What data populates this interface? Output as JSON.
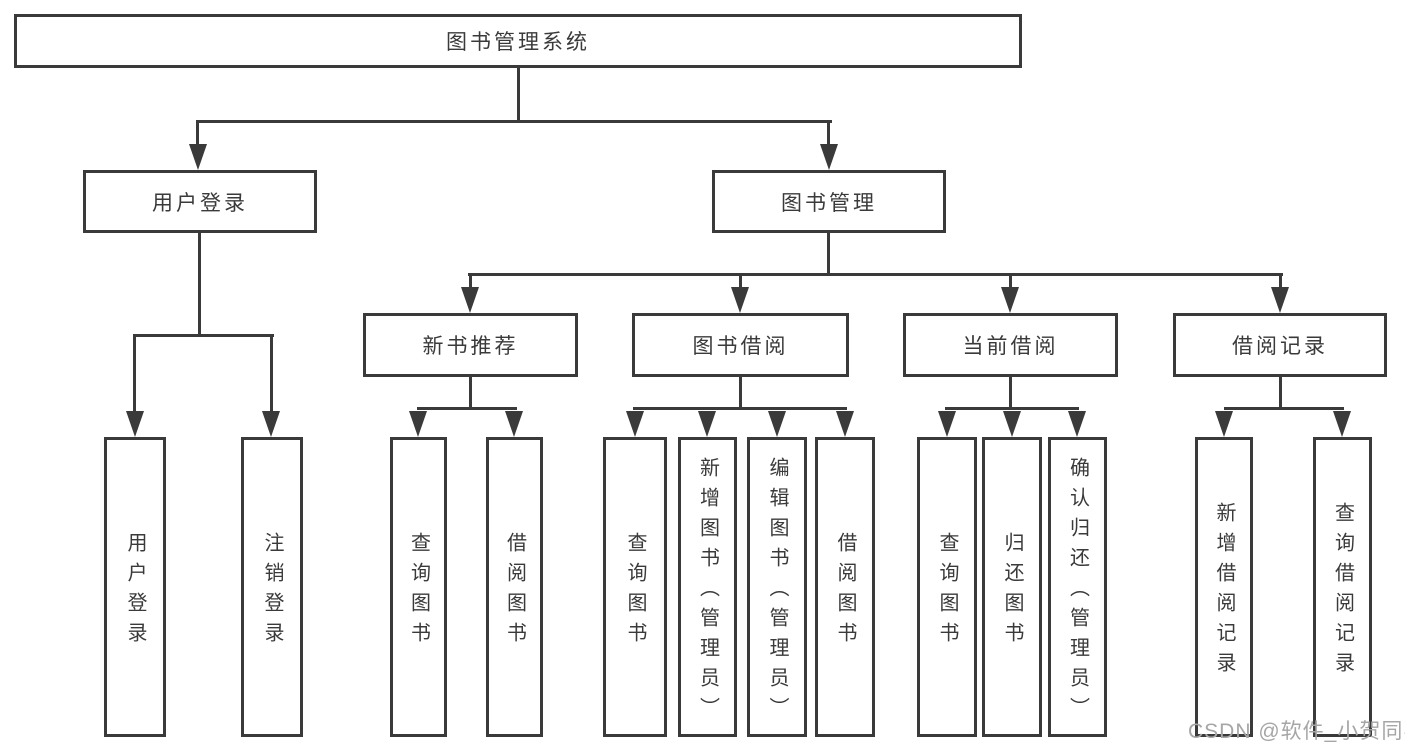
{
  "diagram": {
    "root": {
      "label": "图书管理系统"
    },
    "branches": [
      {
        "label": "用户登录",
        "children": [
          {
            "label": "用户登录"
          },
          {
            "label": "注销登录"
          }
        ]
      },
      {
        "label": "图书管理",
        "children": [
          {
            "label": "新书推荐",
            "children": [
              {
                "label": "查询图书"
              },
              {
                "label": "借阅图书"
              }
            ]
          },
          {
            "label": "图书借阅",
            "children": [
              {
                "label": "查询图书"
              },
              {
                "label": "新增图书（管理员）"
              },
              {
                "label": "编辑图书（管理员）"
              },
              {
                "label": "借阅图书"
              }
            ]
          },
          {
            "label": "当前借阅",
            "children": [
              {
                "label": "查询图书"
              },
              {
                "label": "归还图书"
              },
              {
                "label": "确认归还（管理员）"
              }
            ]
          },
          {
            "label": "借阅记录",
            "children": [
              {
                "label": "新增借阅记录"
              },
              {
                "label": "查询借阅记录"
              }
            ]
          }
        ]
      }
    ]
  },
  "watermark": {
    "text": "CSDN @软件_小贺同学"
  },
  "colors": {
    "line": "#3a3a3a",
    "text": "#3a3a3a",
    "watermark": "#a6a6a6",
    "background": "#ffffff"
  }
}
